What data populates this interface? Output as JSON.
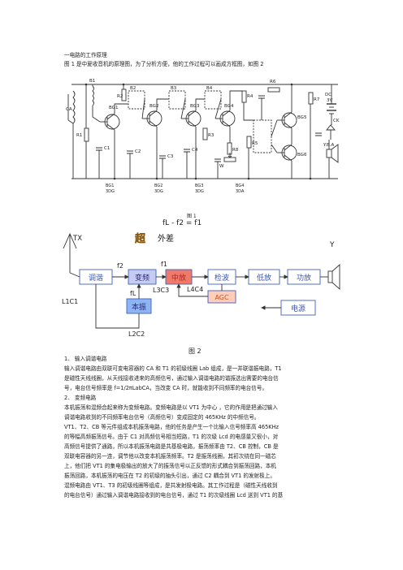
{
  "header": {
    "heading": "一电路的工作原理",
    "intro": "图 1 是中夏收音机的原理图，为了分析方便，他的工作过程可以画成方框图，如图 2"
  },
  "figure1": {
    "caption": "图 1",
    "labels": {
      "ca": "CA",
      "b1": "B1",
      "bg1": "BG1",
      "bg2": "BG2",
      "bg3": "BG3",
      "bg4": "BG4",
      "bg5": "BG5",
      "bg6": "BG6",
      "b2": "B2",
      "b3": "B3",
      "b4": "B4",
      "c1": "C1",
      "c2": "C2",
      "c3": "C3",
      "c4": "C4",
      "r1": "R1",
      "r2": "R2",
      "r3": "R3",
      "r4": "R4",
      "r5": "R5",
      "r6": "R6",
      "r7": "R7",
      "r8": "R8",
      "w": "W",
      "dc": "DC",
      "v3": "3V",
      "ck": "CK",
      "yd": "Y.B.A",
      "sda": "3DA",
      "sdg": "3DG"
    }
  },
  "figure2": {
    "caption": "图 2",
    "formula": "fL - f2 = f1",
    "tx": "TX",
    "big_char": "超",
    "hetero": "外差",
    "y": "Y",
    "blocks": {
      "tune": "调谐",
      "mix": "变频",
      "if": "中放",
      "detect": "检波",
      "lowamp": "低放",
      "power_amp": "功放",
      "osc": "本振",
      "agc": "AGC",
      "supply": "电源"
    },
    "signals": {
      "f2": "f2",
      "f1": "f1",
      "fl": "fL"
    },
    "lc": {
      "l3c3": "L3C3",
      "l4c4": "L4C4",
      "l1c1": "L1C1",
      "l2c2": "L2C2"
    },
    "colors": {
      "box_blue": "#3f63c0",
      "fill_mix": "#c6cbf2",
      "fill_if": "#f07a6a",
      "fill_agc": "#ffcdb8",
      "fill_osc": "#8fb4f4",
      "big_char_fill": "#f1a034"
    }
  },
  "sections": {
    "s1_title": "1、 输入调谐电路",
    "s1_p1": "输入调谐电路由双联可变电容器的 CA 和 T1 的初级线圈 Lab 组成，是一并联谐振电路，T1",
    "s1_p2": "是磁性天线线圈，从天线接收进来的高频信号，通过输入调谐电路的谐振选出需要的电台信",
    "s1_p3": "号，电台信号频率是 f=1/2πLabCA，当改变 CA 时，就能收到不同频率的电台信号。",
    "s2_title": "2、 变频电路",
    "s2_p1": "本机振荡和混频合起来称为变频电路。变频电路是以 VT1 为中心 ，它的作用是把通过输入",
    "s2_p2": "调谐电路收到的不同频率电台信号（高频信号）变成固定的 465KHz 的中频信号。",
    "s2_p3": "VT1、T2、CB 等元件组成本机振荡电路，他的任务是产生一个比输入信号频率高 465KHz",
    "s2_p4": "的等幅高频振荡信号。由于 C1 对高频信号相当短路，T1 的次级 Lcd 的电感量又很小，对",
    "s2_p5": "高频信号提供了通路，所以本机振荡电路是共基极电路，振荡频率由 T2、CB 控制，CB 是",
    "s2_p6": "双联电容器的另一连，调节他以改变本机振荡频率。T2 是振荡线圈，其初次绕在同一磁芯",
    "s2_p7": "上，他们把 VT1 的集电极输出的放大了的振荡信号以正反馈的形式耦合到振荡回路，本机",
    "s2_p8": "振荡回路，本机振荡的电压在 T2 的初级的抽头引出，通过 C2 耦合到 VT1 的发射极上。",
    "s2_p9": "混频电路由 VT1、T3 的初级线圈等组成，是共发射极电路。其工作过程是（磁性天线收到",
    "s2_p10": "的电台信号）通过输入调谐电路接收到的电台信号，通过 T1 的次级线圈 Lcd 送到 VT1 的基"
  }
}
